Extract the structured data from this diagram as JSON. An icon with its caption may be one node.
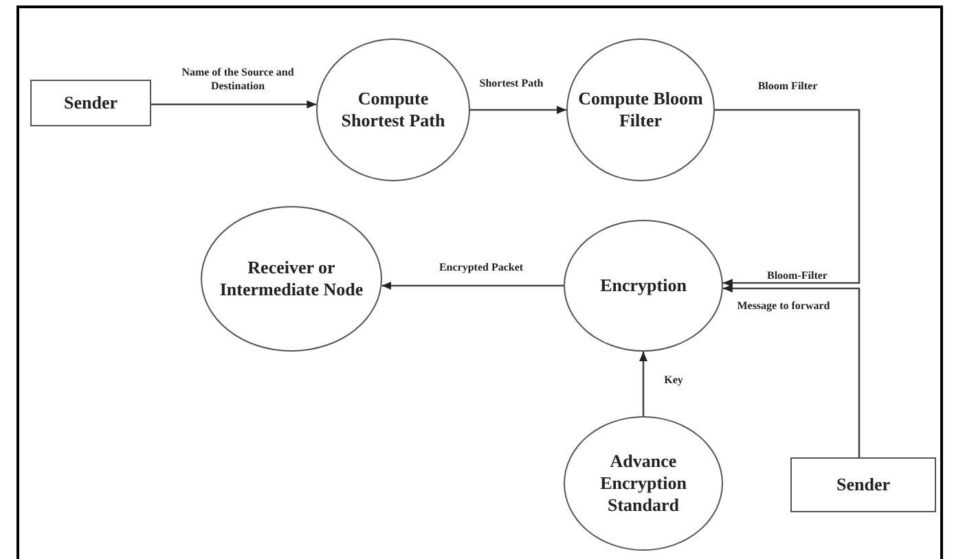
{
  "diagram": {
    "nodes": [
      {
        "text": [
          "Sender"
        ]
      },
      {
        "text": [
          "Compute Shortest Path"
        ]
      },
      {
        "text": [
          "Compute Bloom Filter"
        ]
      },
      {
        "text": [
          "Receiver or Intermediate Node"
        ]
      },
      {
        "text": [
          "Encryption"
        ]
      },
      {
        "text": [
          "Advance Encryption Standard"
        ]
      },
      {
        "text": [
          "Sender"
        ]
      }
    ],
    "edges": [
      {
        "from": 0,
        "to": 1,
        "arrow": "to",
        "label": "Name of the Source and Destination"
      },
      {
        "from": 1,
        "to": 2,
        "arrow": "to",
        "label": "Shortest Path"
      },
      {
        "from": 2,
        "to": 4,
        "arrow": "to",
        "label": "Bloom Filter"
      },
      {
        "from": 6,
        "to": 4,
        "arrow": "to",
        "label": "Message to forward"
      },
      {
        "from": 4,
        "to": 3,
        "arrow": "to",
        "label": "Encrypted Packet"
      },
      {
        "from": 5,
        "to": 4,
        "arrow": "to",
        "label": "Key"
      }
    ],
    "labels": [
      "Bloom-Filter"
    ]
  }
}
